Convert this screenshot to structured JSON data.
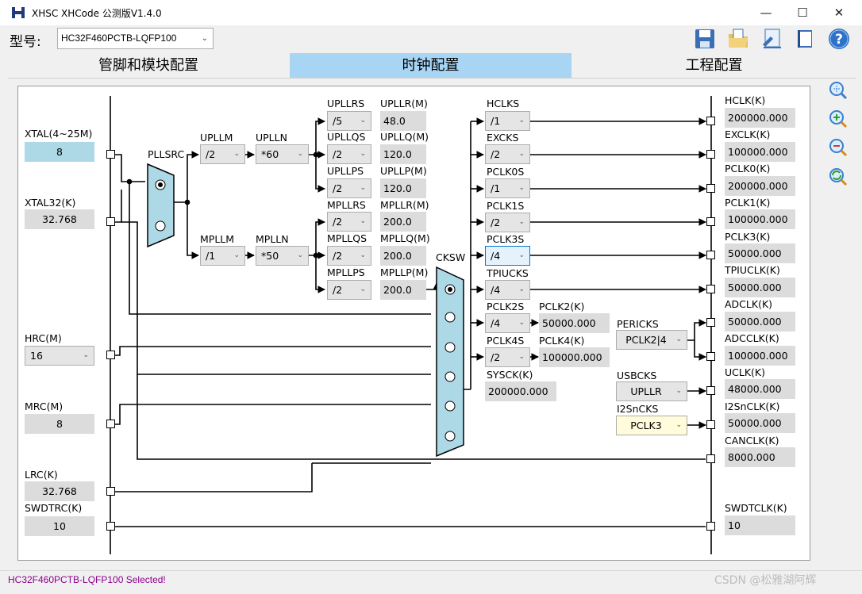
{
  "window": {
    "title": "XHSC XHCode 公测版V1.4.0",
    "minimize": "—",
    "maximize": "☐",
    "close": "✕"
  },
  "toolbar": {
    "model_label": "型号:",
    "model_value": "HC32F460PCTB-LQFP100",
    "icons": [
      "save-icon",
      "open-folder-icon",
      "export-icon",
      "book-icon",
      "help-icon"
    ]
  },
  "tabs": [
    "管脚和模块配置",
    "时钟配置",
    "工程配置"
  ],
  "colors": {
    "accent": "#a9d5f5",
    "mux": "#add8e6",
    "selected_input": "#add8e6",
    "status": "#8b008b"
  },
  "sources": {
    "xtal": {
      "label": "XTAL(4~25M)",
      "value": "8"
    },
    "xtal32": {
      "label": "XTAL32(K)",
      "value": "32.768"
    },
    "hrc": {
      "label": "HRC(M)",
      "value": "16"
    },
    "mrc": {
      "label": "MRC(M)",
      "value": "8"
    },
    "lrc": {
      "label": "LRC(K)",
      "value": "32.768"
    },
    "swdtrc": {
      "label": "SWDTRC(K)",
      "value": "10"
    }
  },
  "pll": {
    "pllsrc": "PLLSRC",
    "upllm": {
      "label": "UPLLM",
      "value": "/2"
    },
    "uplln": {
      "label": "UPLLN",
      "value": "*60"
    },
    "upllr": {
      "label": "UPLLRS",
      "value": "/5",
      "out_label": "UPLLR(M)",
      "out": "48.0"
    },
    "upllq": {
      "label": "UPLLQS",
      "value": "/2",
      "out_label": "UPLLQ(M)",
      "out": "120.0"
    },
    "upllp": {
      "label": "UPLLPS",
      "value": "/2",
      "out_label": "UPLLP(M)",
      "out": "120.0"
    },
    "mpllm": {
      "label": "MPLLM",
      "value": "/1"
    },
    "mplln": {
      "label": "MPLLN",
      "value": "*50"
    },
    "mpllr": {
      "label": "MPLLRS",
      "value": "/2",
      "out_label": "MPLLR(M)",
      "out": "200.0"
    },
    "mpllq": {
      "label": "MPLLQS",
      "value": "/2",
      "out_label": "MPLLQ(M)",
      "out": "200.0"
    },
    "mpllp": {
      "label": "MPLLPS",
      "value": "/2",
      "out_label": "MPLLP(M)",
      "out": "200.0"
    }
  },
  "cksw": "CKSW",
  "dividers": [
    {
      "label": "HCLKS",
      "value": "/1"
    },
    {
      "label": "EXCKS",
      "value": "/2"
    },
    {
      "label": "PCLK0S",
      "value": "/1"
    },
    {
      "label": "PCLK1S",
      "value": "/2"
    },
    {
      "label": "PCLK3S",
      "value": "/4"
    },
    {
      "label": "TPIUCKS",
      "value": "/4"
    },
    {
      "label": "PCLK2S",
      "value": "/4"
    },
    {
      "label": "PCLK4S",
      "value": "/2"
    }
  ],
  "pclk2": {
    "label": "PCLK2(K)",
    "value": "50000.000"
  },
  "pclk4": {
    "label": "PCLK4(K)",
    "value": "100000.000"
  },
  "sysck": {
    "label": "SYSCK(K)",
    "value": "200000.000"
  },
  "pericks": {
    "label": "PERICKS",
    "value": "PCLK2|4"
  },
  "usbcks": {
    "label": "USBCKS",
    "value": "UPLLR"
  },
  "i2sncks": {
    "label": "I2SnCKS",
    "value": "PCLK3"
  },
  "outputs": [
    {
      "label": "HCLK(K)",
      "value": "200000.000"
    },
    {
      "label": "EXCLK(K)",
      "value": "100000.000"
    },
    {
      "label": "PCLK0(K)",
      "value": "200000.000"
    },
    {
      "label": "PCLK1(K)",
      "value": "100000.000"
    },
    {
      "label": "PCLK3(K)",
      "value": "50000.000"
    },
    {
      "label": "TPIUCLK(K)",
      "value": "50000.000"
    },
    {
      "label": "ADCLK(K)",
      "value": "50000.000"
    },
    {
      "label": "ADCCLK(K)",
      "value": "100000.000"
    },
    {
      "label": "UCLK(K)",
      "value": "48000.000"
    },
    {
      "label": "I2SnCLK(K)",
      "value": "50000.000"
    },
    {
      "label": "CANCLK(K)",
      "value": "8000.000"
    },
    {
      "label": "SWDTCLK(K)",
      "value": "10"
    }
  ],
  "status": "HC32F460PCTB-LQFP100 Selected!",
  "watermark": "CSDN @松雅湖阿辉"
}
